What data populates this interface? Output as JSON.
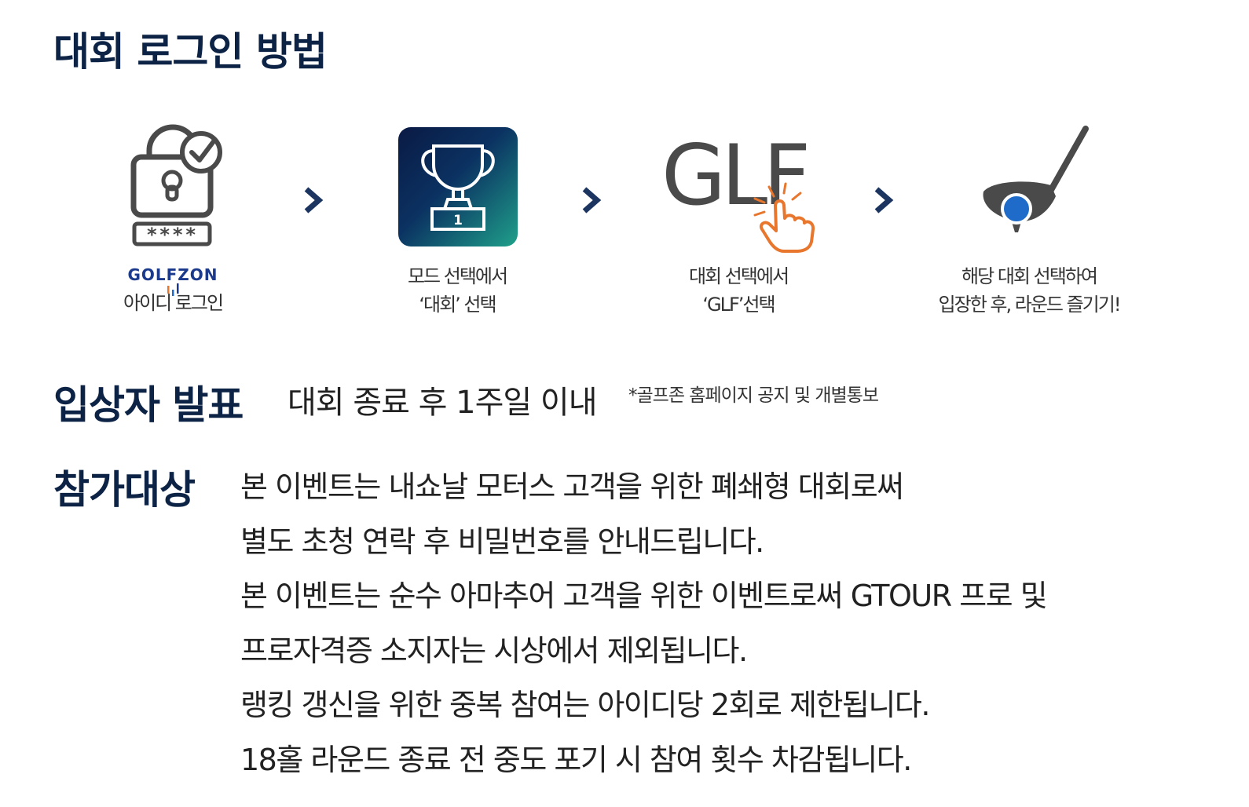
{
  "login": {
    "title": "대회 로그인 방법",
    "steps": [
      {
        "icon": "lock-password-icon",
        "logo": "GOLFZON",
        "caption_lines": [
          "아이디 로그인"
        ]
      },
      {
        "icon": "trophy-app-icon",
        "trophy_number": "1",
        "caption_lines": [
          "모드 선택에서",
          "‘대회’ 선택"
        ]
      },
      {
        "icon": "glf-touch-icon",
        "glf_text": "GLF",
        "caption_lines": [
          "대회 선택에서",
          "‘GLF’선택"
        ]
      },
      {
        "icon": "golf-club-ball-icon",
        "caption_lines": [
          "해당 대회 선택하여",
          "입장한 후, 라운드 즐기기!"
        ]
      }
    ],
    "arrow_icon": "chevron-right-icon"
  },
  "announcement": {
    "title": "입상자 발표",
    "text": "대회 종료 후 1주일 이내",
    "note": "*골프존 홈페이지 공지 및 개별통보"
  },
  "eligibility": {
    "title": "참가대상",
    "lines": [
      "본 이벤트는 내쇼날 모터스 고객을 위한 폐쇄형 대회로써",
      "별도 초청 연락 후 비밀번호를 안내드립니다.",
      "본 이벤트는 순수 아마추어 고객을 위한 이벤트로써 GTOUR 프로 및",
      "프로자격증 소지자는 시상에서 제외됩니다.",
      "랭킹 갱신을 위한 중복 참여는 아이디당 2회로 제한됩니다.",
      "18홀 라운드 종료 전 중도 포기 시 참여 횟수 차감됩니다."
    ]
  },
  "colors": {
    "title_navy": "#0d2346",
    "arrow_navy": "#1b3560",
    "icon_gray": "#4a4a4a",
    "touch_orange": "#e8762d",
    "golf_ball_blue": "#1f6bc9",
    "golfzon_blue": "#1b3a8c"
  }
}
